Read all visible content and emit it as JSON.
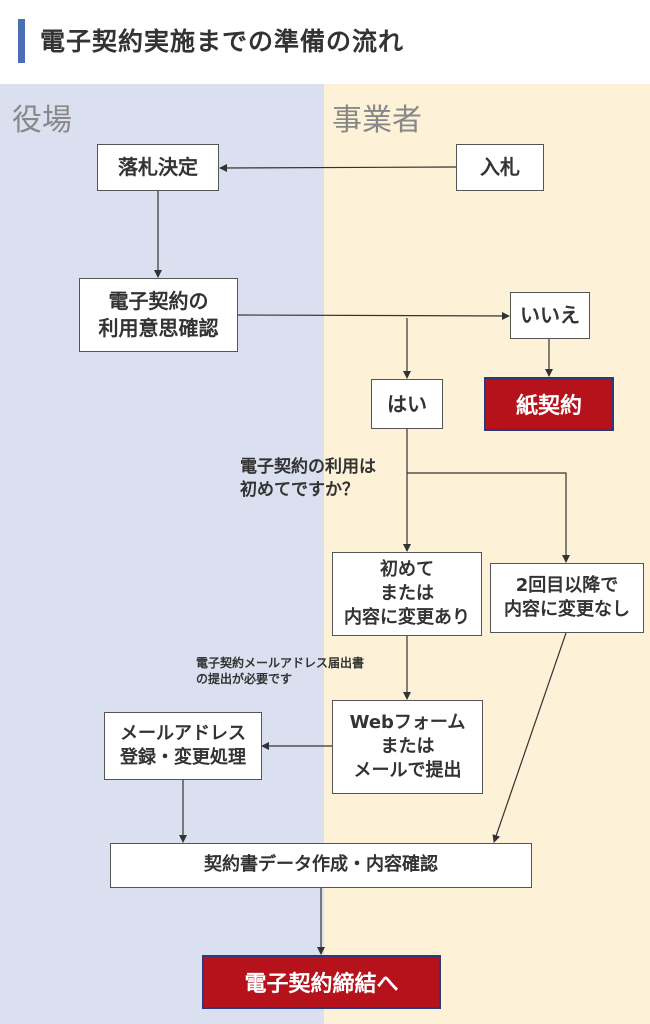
{
  "header": {
    "title": "電子契約実施までの準備の流れ"
  },
  "lanes": {
    "left": "役場",
    "right": "事業者"
  },
  "nodes": {
    "rakusatsu": "落札決定",
    "nyusatsu": "入札",
    "ishi": "電子契約の\n利用意思確認",
    "iie": "いいえ",
    "kami": "紙契約",
    "hai": "はい",
    "first": "初めて\nまたは\n内容に変更あり",
    "second": "2回目以降で\n内容に変更なし",
    "web": "Webフォーム\nまたは\nメールで提出",
    "mail_reg": "メールアドレス\n登録・変更処理",
    "data": "契約書データ作成・内容確認",
    "final": "電子契約締結へ"
  },
  "notes": {
    "question": "電子契約の利用は\n初めてですか？",
    "submit": "電子契約メールアドレス届出書\nの提出が必要です"
  }
}
